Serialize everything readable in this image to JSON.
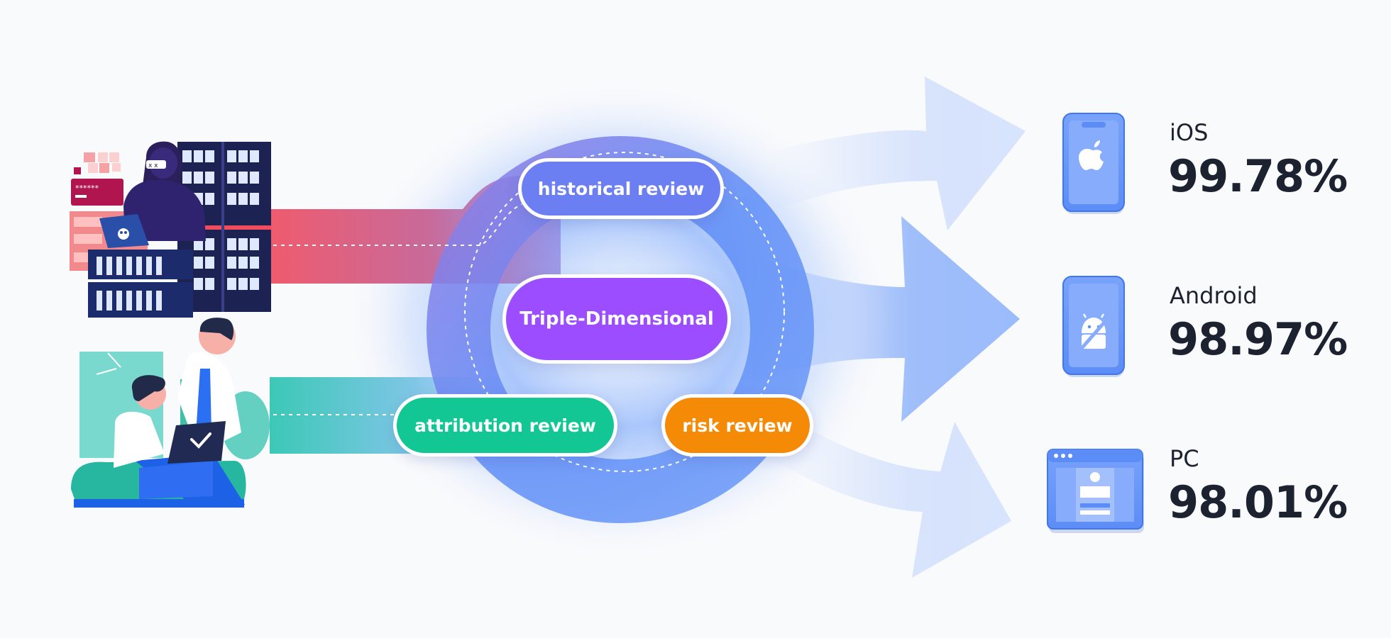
{
  "center": {
    "label": "Triple-Dimensional",
    "color": "#9b4dff"
  },
  "reviews": {
    "historical": {
      "label": "historical review",
      "color": "#6c7ff2"
    },
    "attribution": {
      "label": "attribution review",
      "color": "#13c795"
    },
    "risk": {
      "label": "risk review",
      "color": "#f58a07"
    }
  },
  "platforms": [
    {
      "name": "iOS",
      "value": "99.78%",
      "icon": "apple-phone-icon"
    },
    {
      "name": "Android",
      "value": "98.97%",
      "icon": "android-phone-icon"
    },
    {
      "name": "PC",
      "value": "98.01%",
      "icon": "browser-window-icon"
    }
  ],
  "colors": {
    "fraud_stream": "#ea5b73",
    "user_stream": "#35c9b5",
    "ring": "#5b8ff7",
    "arrow": "#8aaef7",
    "text": "#1d2230"
  },
  "illustrations": {
    "top": "hacker-with-server-racks-illustration",
    "bottom": "people-with-tablet-illustration"
  }
}
